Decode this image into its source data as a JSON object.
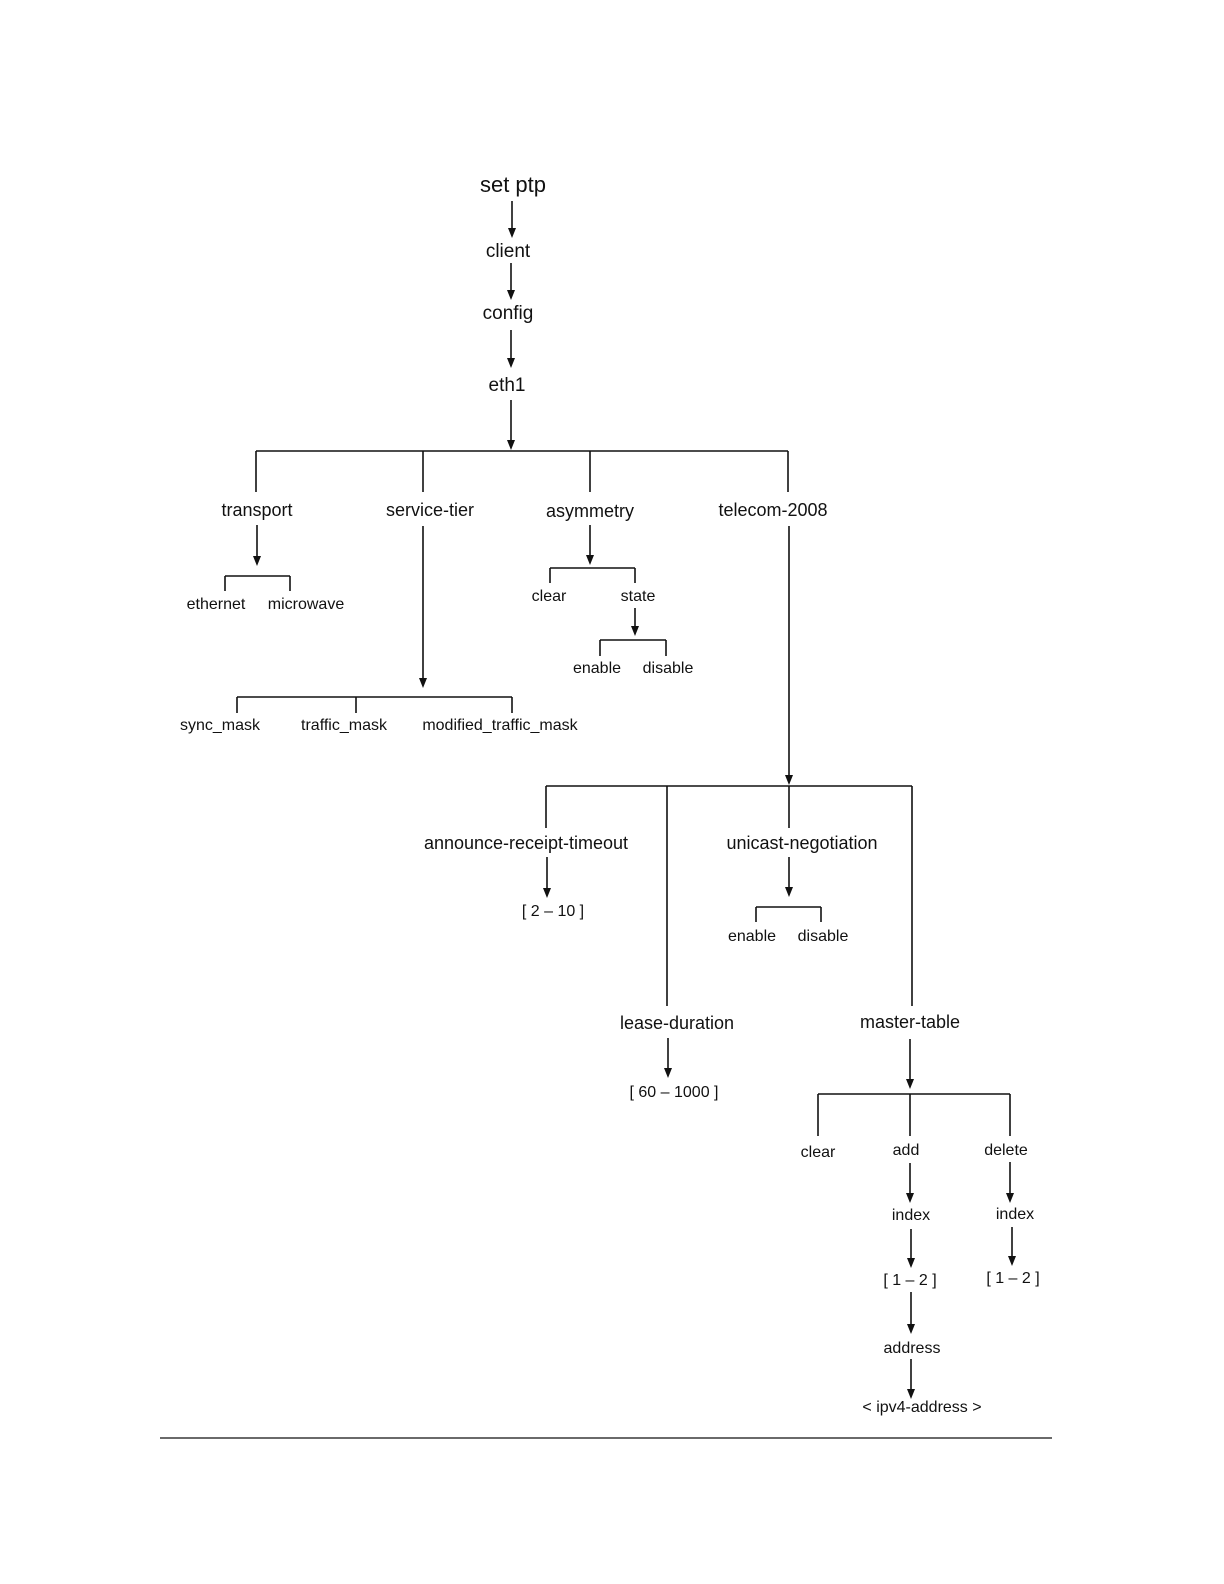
{
  "diagram": {
    "root": "set ptp",
    "client": "client",
    "config": "config",
    "eth1": "eth1",
    "transport": "transport",
    "ethernet": "ethernet",
    "microwave": "microwave",
    "service_tier": "service-tier",
    "sync_mask": "sync_mask",
    "traffic_mask": "traffic_mask",
    "modified_traffic_mask": "modified_traffic_mask",
    "asymmetry": "asymmetry",
    "asym_clear": "clear",
    "asym_state": "state",
    "asym_enable": "enable",
    "asym_disable": "disable",
    "telecom_2008": "telecom-2008",
    "announce_receipt_timeout": "announce-receipt-timeout",
    "announce_range": "[ 2 – 10 ]",
    "unicast_negotiation": "unicast-negotiation",
    "unicast_enable": "enable",
    "unicast_disable": "disable",
    "lease_duration": "lease-duration",
    "lease_range": "[ 60 – 1000 ]",
    "master_table": "master-table",
    "mt_clear": "clear",
    "mt_add": "add",
    "mt_delete": "delete",
    "add_index": "index",
    "add_index_range": "[ 1 – 2 ]",
    "delete_index": "index",
    "delete_index_range": "[ 1 – 2 ]",
    "address": "address",
    "ipv4_address": "< ipv4-address >"
  },
  "colors": {
    "line": "#111111",
    "text": "#111111",
    "background": "#ffffff"
  }
}
